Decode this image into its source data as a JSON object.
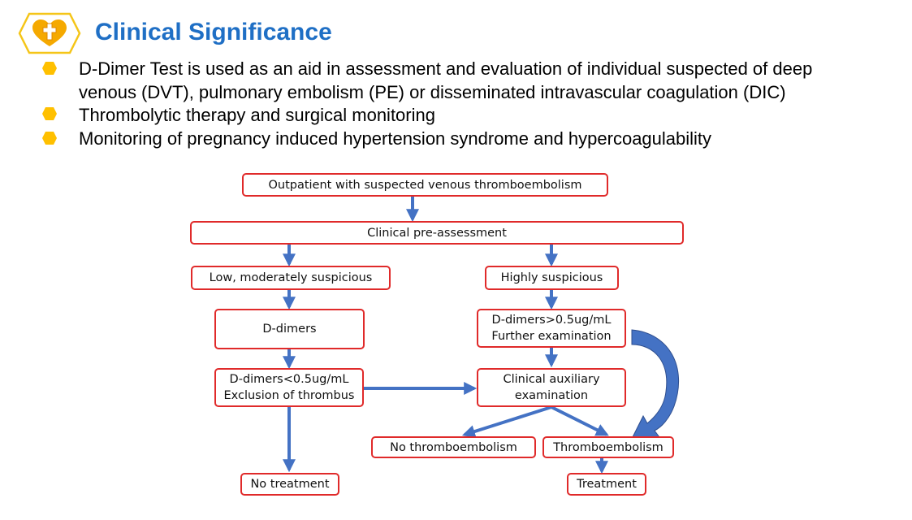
{
  "header": {
    "title": "Clinical Significance",
    "icon": "heart-cross-icon",
    "colors": {
      "title": "#1f6fc5",
      "icon_frame": "#f5c518",
      "icon_heart": "#f5a900",
      "bullet": "#ffc000",
      "box_border": "#e02a2a",
      "arrow": "#4472c4"
    }
  },
  "bullets": [
    {
      "lines": [
        "D-Dimer Test is used as an aid in  assessment and evaluation of individual suspected of deep",
        "venous  (DVT), pulmonary embolism (PE) or disseminated intravascular coagulation (DIC)"
      ]
    },
    {
      "lines": [
        "Thrombolytic therapy and surgical monitoring"
      ]
    },
    {
      "lines": [
        "Monitoring of pregnancy induced hypertension syndrome and hypercoagulability"
      ]
    }
  ],
  "flowchart": {
    "outpatient": "Outpatient with suspected venous thromboembolism",
    "pre_assessment": "Clinical pre-assessment",
    "low": "Low, moderately suspicious",
    "high": "Highly suspicious",
    "d_dimers": "D-dimers",
    "low_result": [
      "D-dimers<0.5ug/mL",
      "Exclusion of thrombus"
    ],
    "high_result": [
      "D-dimers>0.5ug/mL",
      "Further examination"
    ],
    "auxiliary": [
      "Clinical auxiliary",
      "examination"
    ],
    "no_te": "No thromboembolism",
    "te": "Thromboembolism",
    "no_treatment": "No treatment",
    "treatment": "Treatment"
  }
}
